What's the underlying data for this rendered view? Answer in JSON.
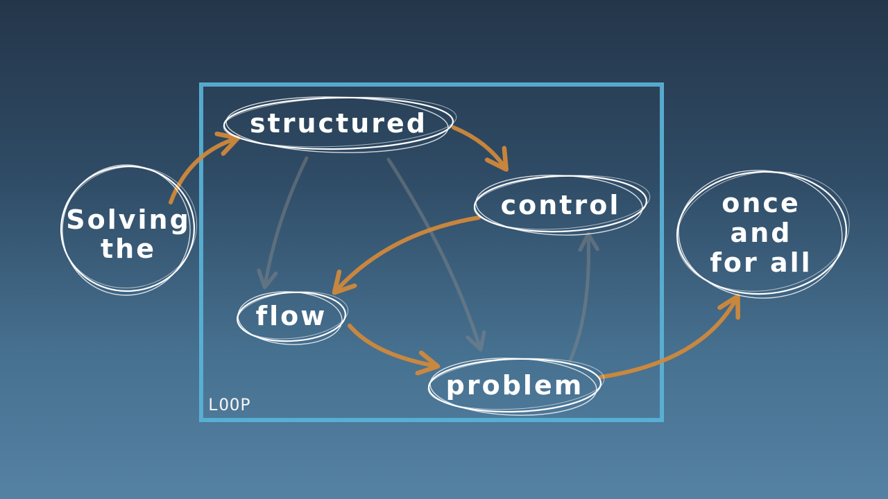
{
  "diagram": {
    "container_label": "LOOP",
    "nodes": {
      "start": "Solving the",
      "structured": "structured",
      "control": "control",
      "flow": "flow",
      "problem": "problem",
      "end": "once and for all"
    }
  },
  "colors": {
    "frame": "#5ab4d8",
    "accent_arrow": "#d48a3a",
    "faint_arrow": "#8a8a8a",
    "ellipse_stroke": "#ffffff"
  }
}
